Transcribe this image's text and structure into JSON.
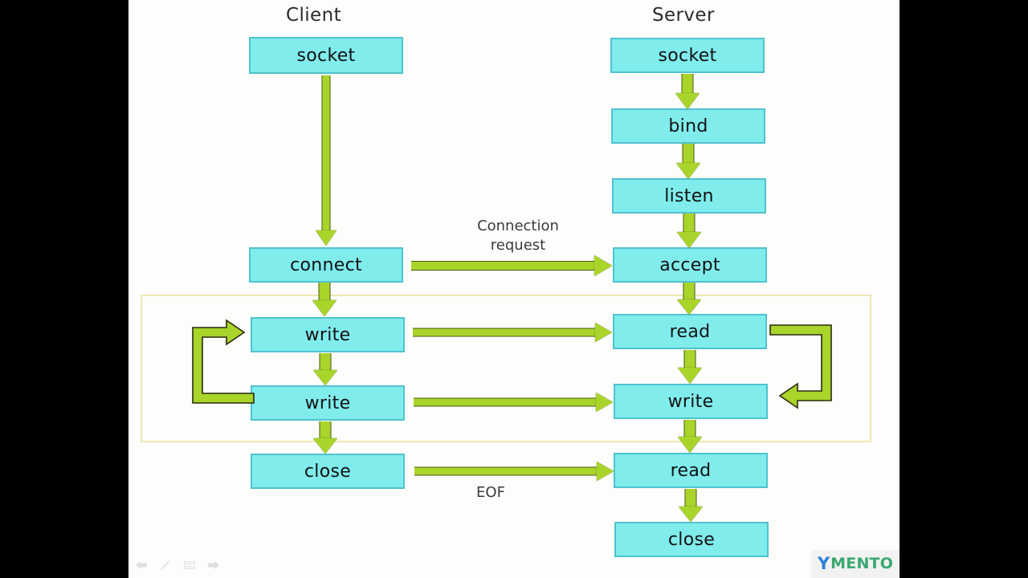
{
  "diagram": {
    "type": "flowchart",
    "title_client": "Client",
    "title_server": "Server",
    "columns": [
      {
        "name": "client",
        "label": "Client",
        "nodes": [
          "socket",
          "connect",
          "write",
          "write",
          "close"
        ]
      },
      {
        "name": "server",
        "label": "Server",
        "nodes": [
          "socket",
          "bind",
          "listen",
          "accept",
          "read",
          "write",
          "read",
          "close"
        ]
      }
    ],
    "client_nodes": {
      "socket": "socket",
      "connect": "connect",
      "write_1": "write",
      "write_2": "write",
      "close": "close"
    },
    "server_nodes": {
      "socket": "socket",
      "bind": "bind",
      "listen": "listen",
      "accept": "accept",
      "read_1": "read",
      "write": "write",
      "read_2": "read",
      "close": "close"
    },
    "captions": {
      "connection_request": "Connection\nrequest",
      "eof": "EOF"
    },
    "colors": {
      "node_fill": "#80ECEC",
      "node_border": "#4FC3CE",
      "arrow_fill": "#A9D42A",
      "arrow_outline": "#4C5A16",
      "loop_box_border": "#EDE8B5",
      "canvas": "#FDFDFB",
      "letterbox": "#000000",
      "text": "#121212"
    }
  },
  "player": {
    "toolbar_icons": [
      "back-arrow-icon",
      "pen-icon",
      "list-icon",
      "forward-arrow-icon"
    ]
  },
  "watermark": {
    "logo_mark": "Y",
    "logo_text": "MENTO"
  }
}
